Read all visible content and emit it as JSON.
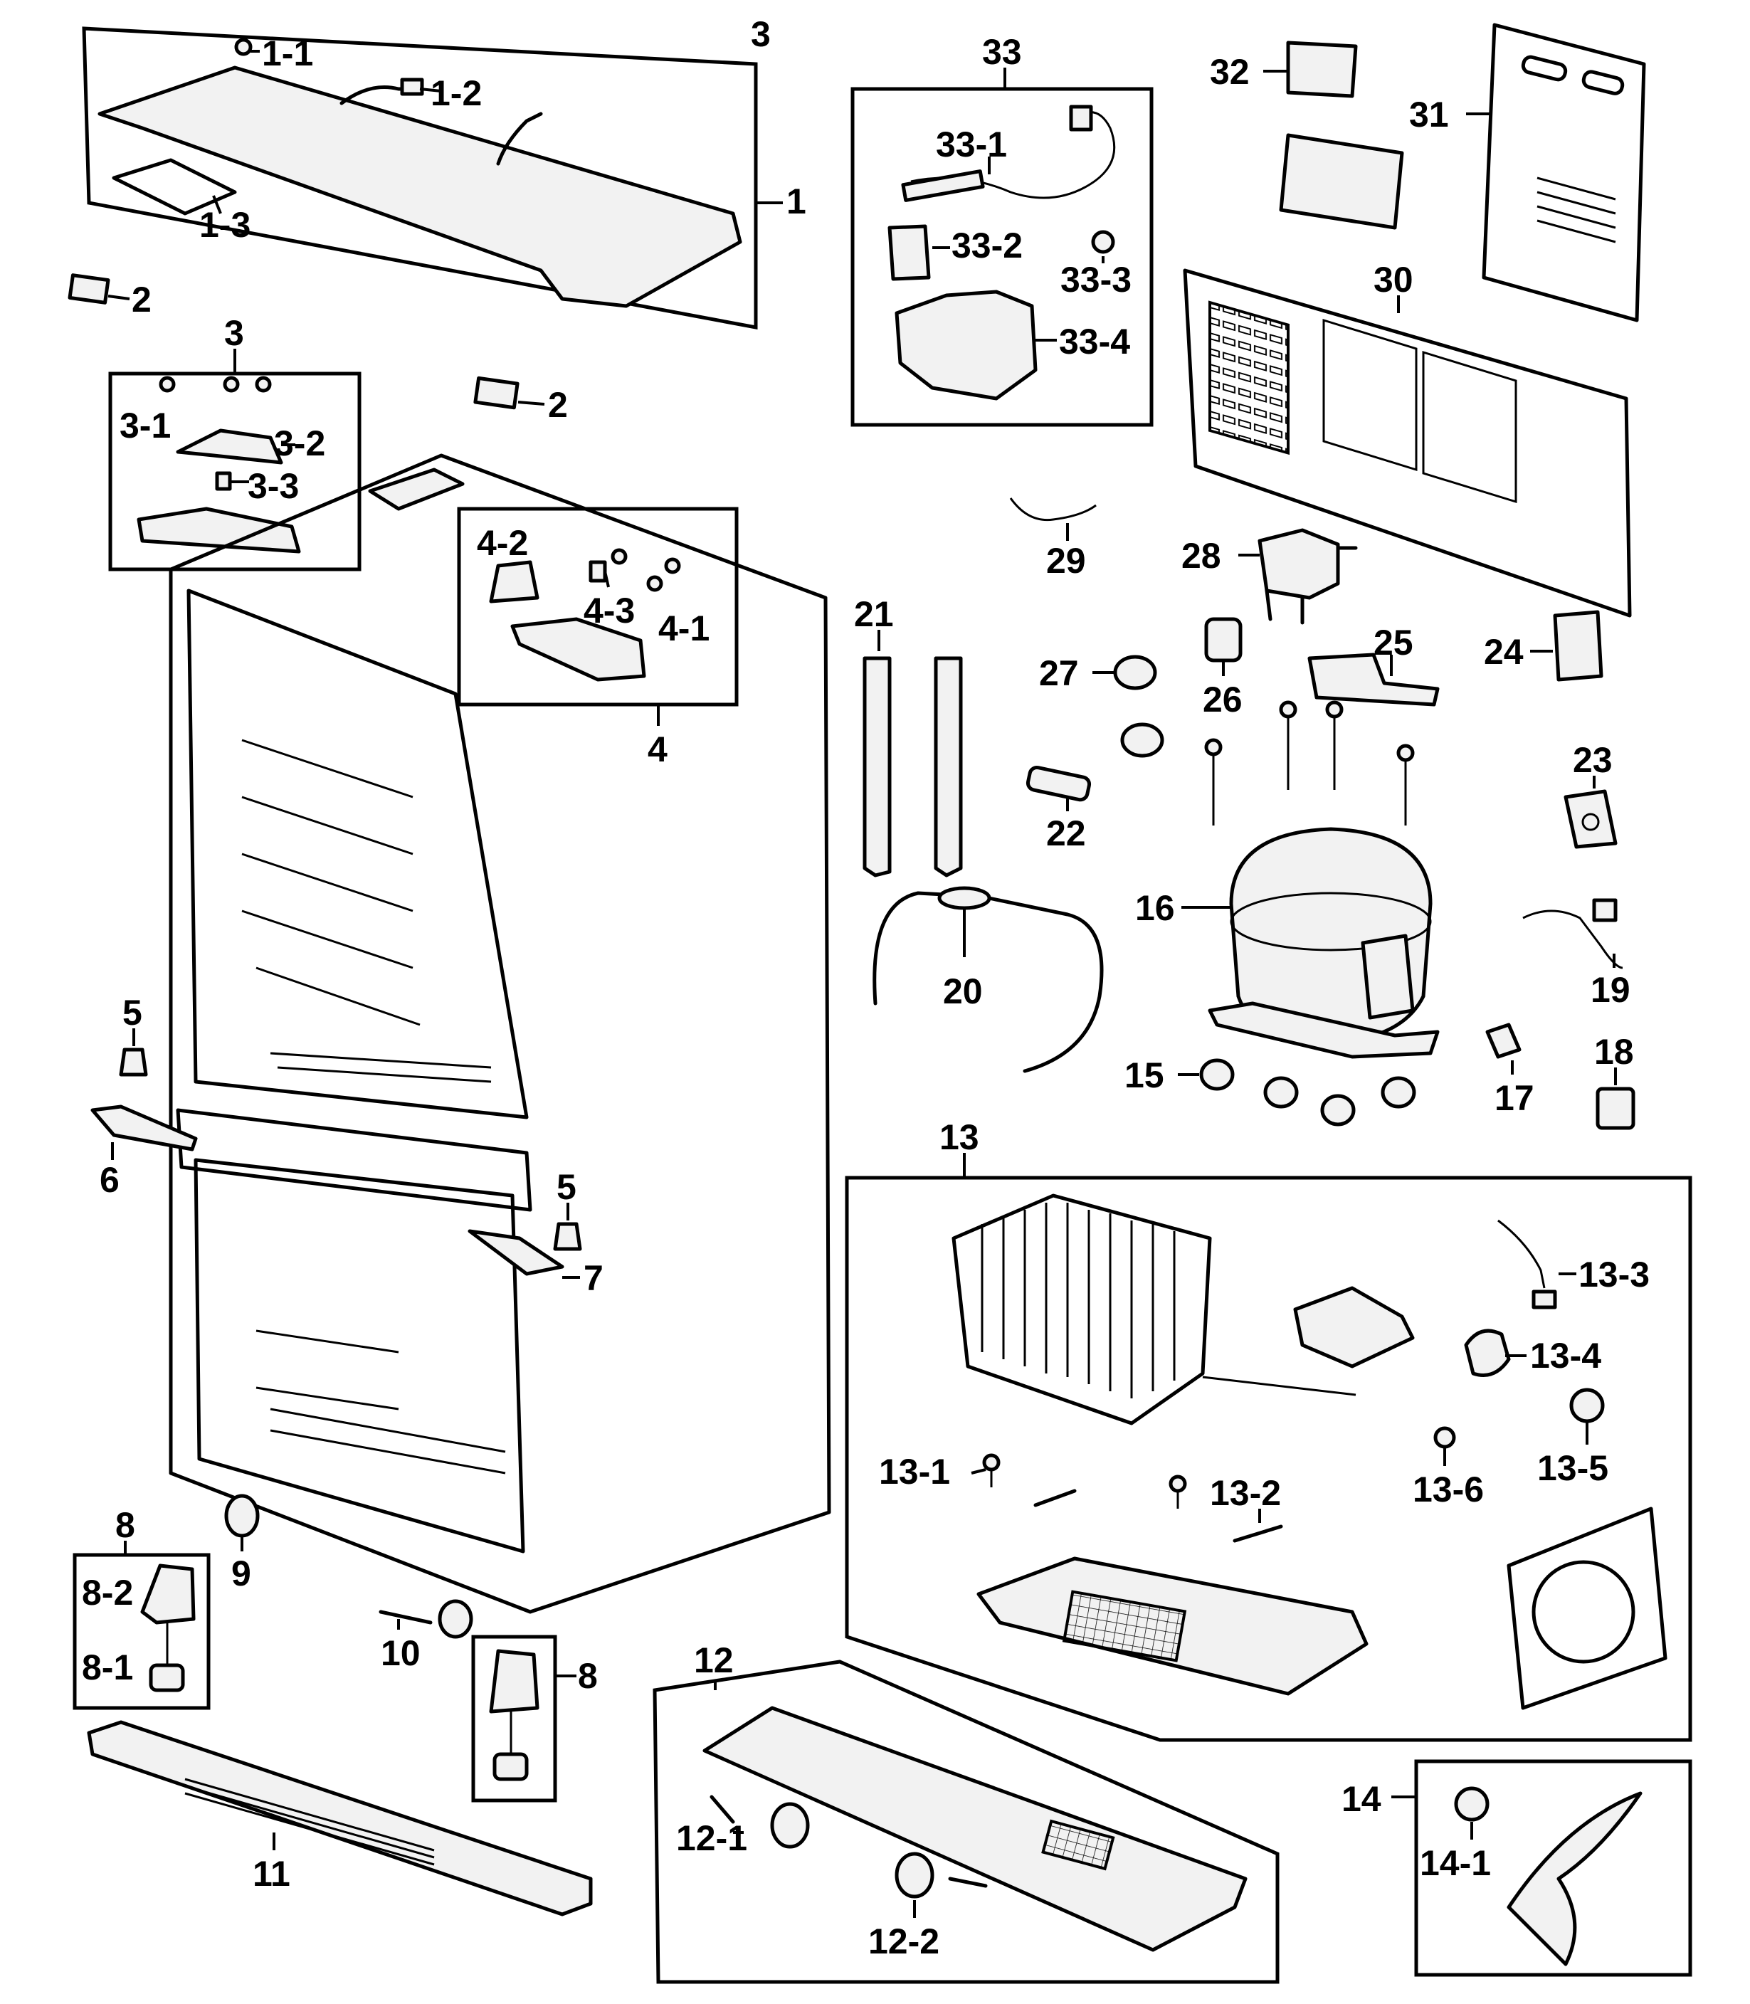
{
  "callouts": {
    "c3_top": "3",
    "c1_1": "1-1",
    "c1_2": "1-2",
    "c1_3": "1-3",
    "c1": "1",
    "c2a": "2",
    "c2b": "2",
    "c3": "3",
    "c3_1": "3-1",
    "c3_2": "3-2",
    "c3_3": "3-3",
    "c4": "4",
    "c4_1": "4-1",
    "c4_2": "4-2",
    "c4_3": "4-3",
    "c5a": "5",
    "c5b": "5",
    "c6": "6",
    "c7": "7",
    "c8a": "8",
    "c8_1": "8-1",
    "c8_2": "8-2",
    "c8b": "8",
    "c9": "9",
    "c10": "10",
    "c11": "11",
    "c12": "12",
    "c12_1": "12-1",
    "c12_2": "12-2",
    "c13": "13",
    "c13_1": "13-1",
    "c13_2": "13-2",
    "c13_3": "13-3",
    "c13_4": "13-4",
    "c13_5": "13-5",
    "c13_6": "13-6",
    "c14": "14",
    "c14_1": "14-1",
    "c15": "15",
    "c16": "16",
    "c17": "17",
    "c18": "18",
    "c19": "19",
    "c20": "20",
    "c21": "21",
    "c22": "22",
    "c23": "23",
    "c24": "24",
    "c25": "25",
    "c26": "26",
    "c27": "27",
    "c28": "28",
    "c29": "29",
    "c30": "30",
    "c31": "31",
    "c32": "32",
    "c33": "33",
    "c33_1": "33-1",
    "c33_2": "33-2",
    "c33_3": "33-3",
    "c33_4": "33-4"
  }
}
